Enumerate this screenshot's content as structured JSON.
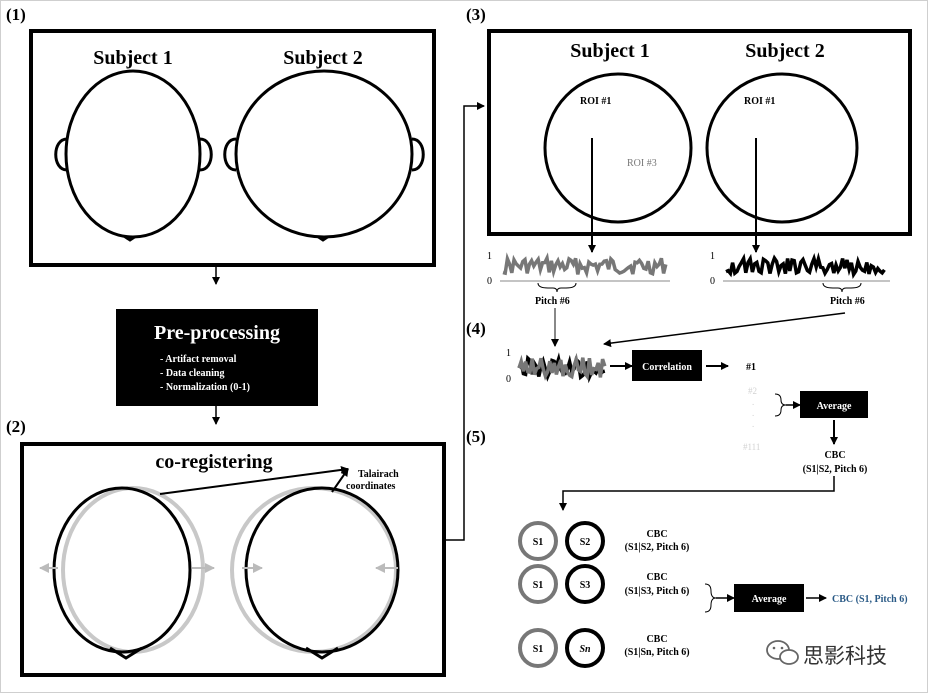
{
  "colors": {
    "ink": "#000000",
    "gray": "#777777",
    "light_gray": "#c8c8c8",
    "faint": "#d2d2d2",
    "blue": "#2a5a86",
    "background": "#ffffff"
  },
  "steps": {
    "s1": "(1)",
    "s2": "(2)",
    "s3": "(3)",
    "s4": "(4)",
    "s5": "(5)"
  },
  "panel1": {
    "subject1": "Subject 1",
    "subject2": "Subject 2"
  },
  "preprocessing": {
    "title": "Pre-processing",
    "items": [
      "- Artifact removal",
      "- Data cleaning",
      "- Normalization (0-1)"
    ]
  },
  "panel2": {
    "title": "co-registering",
    "annotation": [
      "Talairach",
      "coordinates"
    ]
  },
  "panel3": {
    "subject1": "Subject 1",
    "subject2": "Subject 2",
    "roi1_a": "ROI #1",
    "roi3": "ROI #3",
    "roi1_b": "ROI #1"
  },
  "signals": {
    "y_top": "1",
    "y_bottom": "0",
    "pitch_left": "Pitch #6",
    "pitch_right": "Pitch #6"
  },
  "step4": {
    "y_top": "1",
    "y_bottom": "0",
    "correlation": "Correlation",
    "result": "#1",
    "list": [
      "#2",
      ".",
      ".",
      ".",
      "#111"
    ],
    "average": "Average"
  },
  "cbc": {
    "label": "CBC",
    "sub": "(S1|S2, Pitch 6)"
  },
  "step5": {
    "rows": [
      {
        "left": "S1",
        "right": "S2",
        "label": "CBC",
        "sub": "(S1|S2, Pitch 6)"
      },
      {
        "left": "S1",
        "right": "S3",
        "label": "CBC",
        "sub": "(S1|S3, Pitch 6)"
      },
      {
        "left": "S1",
        "right": "Sn",
        "label": "CBC",
        "sub": "(S1|Sn, Pitch 6)"
      }
    ],
    "average": "Average",
    "result": "CBC (S1, Pitch 6)"
  },
  "watermark": "思影科技"
}
